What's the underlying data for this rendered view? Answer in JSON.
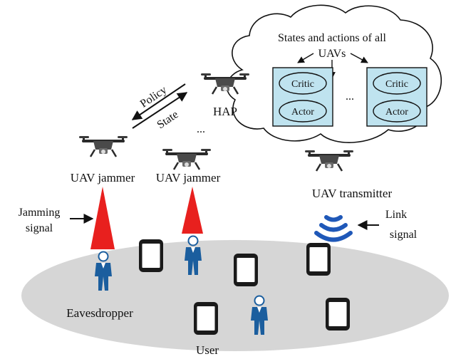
{
  "cloud": {
    "title_line1": "States and actions of all",
    "title_line2": "UAVs",
    "left_box": {
      "critic": "Critic",
      "actor": "Actor"
    },
    "ellipsis": "...",
    "right_box": {
      "critic": "Critic",
      "actor": "Actor"
    }
  },
  "hap": {
    "label": "HAP",
    "ellipsis": "..."
  },
  "arrows": {
    "policy": "Policy",
    "state": "State"
  },
  "jammers": [
    {
      "label": "UAV jammer"
    },
    {
      "label": "UAV jammer"
    }
  ],
  "transmitter": {
    "label": "UAV transmitter"
  },
  "annotations": {
    "jamming_line1": "Jamming",
    "jamming_line2": "signal",
    "link_line1": "Link",
    "link_line2": "signal"
  },
  "ground": {
    "eavesdropper": "Eavesdropper",
    "user": "User"
  },
  "colors": {
    "cloud_box": "#bfe3ef",
    "jamming_beam": "#e8201e",
    "link_signal": "#1f58b8",
    "person": "#1b5e9e",
    "ground": "#d6d6d6"
  }
}
